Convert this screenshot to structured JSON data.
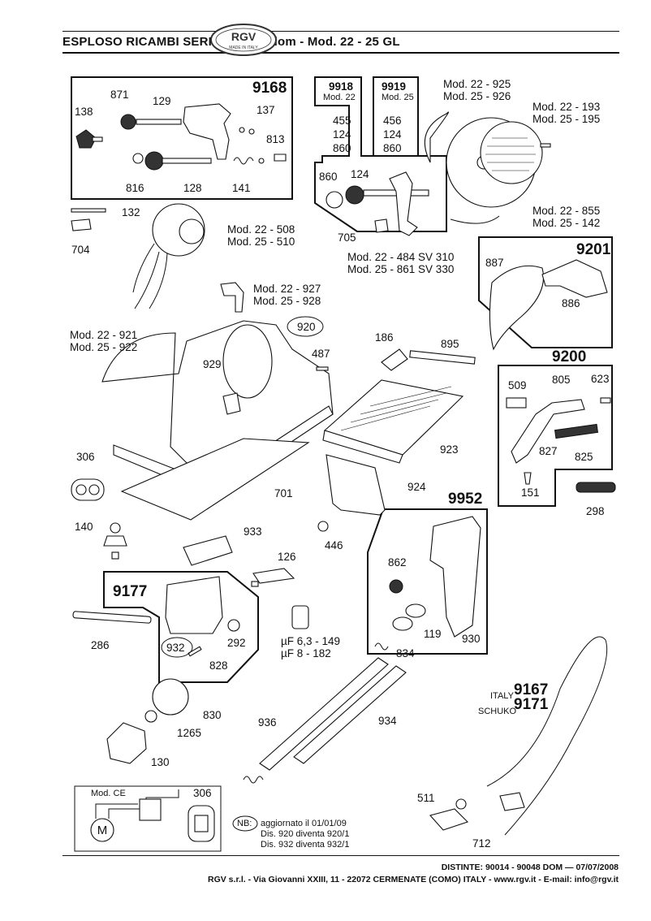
{
  "header": {
    "title": "ESPLOSO RICAMBI   SERIE LUSSO dom - Mod. 22 - 25 GL",
    "logo_text_top": "RGV",
    "logo_text_bottom": "MADE IN ITALY"
  },
  "kits": {
    "k9168": "9168",
    "k9918": "9918",
    "k9918_sub": "Mod. 22",
    "k9919": "9919",
    "k9919_sub": "Mod. 25",
    "k9201": "9201",
    "k9200": "9200",
    "k9952": "9952",
    "k9177": "9177",
    "k9167_prefix": "ITALY",
    "k9167": "9167",
    "k9171_prefix": "SCHUKO",
    "k9171": "9171"
  },
  "labels": {
    "p871": "871",
    "p129": "129",
    "p138": "138",
    "p137": "137",
    "p813": "813",
    "p816": "816",
    "p128": "128",
    "p141": "141",
    "c455": "455",
    "c124a": "124",
    "c860a": "860",
    "c456": "456",
    "c124b": "124",
    "c860b": "860",
    "m925": "Mod. 22 - 925",
    "m926": "Mod. 25 - 926",
    "m193": "Mod. 22 - 193",
    "m195": "Mod. 25 - 195",
    "m855": "Mod. 22 - 855",
    "m142": "Mod. 25 - 142",
    "p860": "860",
    "p124": "124",
    "p705": "705",
    "m484": "Mod. 22 - 484 SV 310",
    "m861": "Mod. 25 - 861 SV 330",
    "p132": "132",
    "p704": "704",
    "m508": "Mod. 22 - 508",
    "m510": "Mod. 25 - 510",
    "m927": "Mod. 22 - 927",
    "m928": "Mod. 25 - 928",
    "p887": "887",
    "p886": "886",
    "m921": "Mod. 22 - 921",
    "m922": "Mod. 25 - 922",
    "p920": "920",
    "p487": "487",
    "p929": "929",
    "p186": "186",
    "p895": "895",
    "p923": "923",
    "p509": "509",
    "p805": "805",
    "p623": "623",
    "p827": "827",
    "p825": "825",
    "p151": "151",
    "p298": "298",
    "p306a": "306",
    "p701": "701",
    "p924": "924",
    "p140": "140",
    "p933": "933",
    "p446": "446",
    "p126": "126",
    "p862": "862",
    "p119": "119",
    "p930": "930",
    "p286": "286",
    "p292": "292",
    "p932": "932",
    "p828": "828",
    "uf1": "µF 6,3 - 149",
    "uf2": "µF   8 - 182",
    "p834": "834",
    "p830": "830",
    "p1265": "1265",
    "p130": "130",
    "p936": "936",
    "p934": "934",
    "modce": "Mod. CE",
    "p306b": "306",
    "p511": "511",
    "p712": "712"
  },
  "note": {
    "tag": "NB:",
    "line1": "aggiornato il 01/01/09",
    "line2": "Dis. 920 diventa 920/1",
    "line3": "Dis. 932 diventa 932/1"
  },
  "footer": {
    "line1": "DISTINTE:  90014 - 90048 DOM  —  07/07/2008",
    "line2": "RGV s.r.l. - Via Giovanni XXIII, 11 - 22072 CERMENATE (COMO) ITALY - www.rgv.it - E-mail: info@rgv.it"
  }
}
